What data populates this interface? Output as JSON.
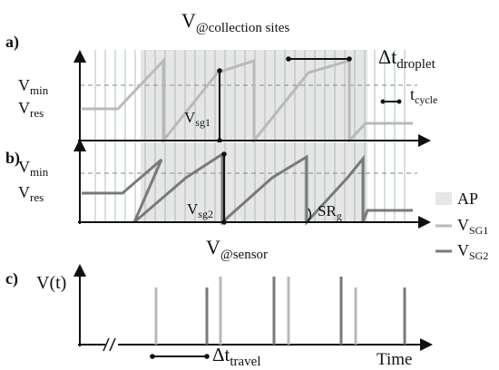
{
  "labels": {
    "title_top": {
      "main": "V",
      "sub": "@collection sites"
    },
    "title_bottom": {
      "main": "V",
      "sub": "@sensor"
    },
    "panel_a": "a)",
    "panel_b": "b)",
    "panel_c": "c)",
    "vmin_a": {
      "main": "V",
      "sub": "min"
    },
    "vres_a": {
      "main": "V",
      "sub": "res"
    },
    "vmin_b": {
      "main": "V",
      "sub": "min"
    },
    "vres_b": {
      "main": "V",
      "sub": "res"
    },
    "vsg1": {
      "main": "V",
      "sub": "sg1"
    },
    "vsg2": {
      "main": "V",
      "sub": "sg2"
    },
    "delta_droplet": {
      "main": "Δt",
      "sub": "droplet"
    },
    "t_cycle": {
      "main": "t",
      "sub": "cycle"
    },
    "sr_g": {
      "main": "SR",
      "sub": "g"
    },
    "vt": "V(t)",
    "time": "Time",
    "delta_travel": {
      "main": "Δt",
      "sub": "travel"
    }
  },
  "legend": {
    "ap": "AP",
    "vsg1": {
      "main": "V",
      "sub": "SG1"
    },
    "vsg2": {
      "main": "V",
      "sub": "SG2"
    }
  },
  "colors": {
    "ap_fill": "#e6e6e6",
    "grid_line": "#9bb0b0",
    "sg1": "#b9b9b9",
    "sg2": "#7a7a7a",
    "axis": "#111111",
    "dashed": "#888888"
  }
}
